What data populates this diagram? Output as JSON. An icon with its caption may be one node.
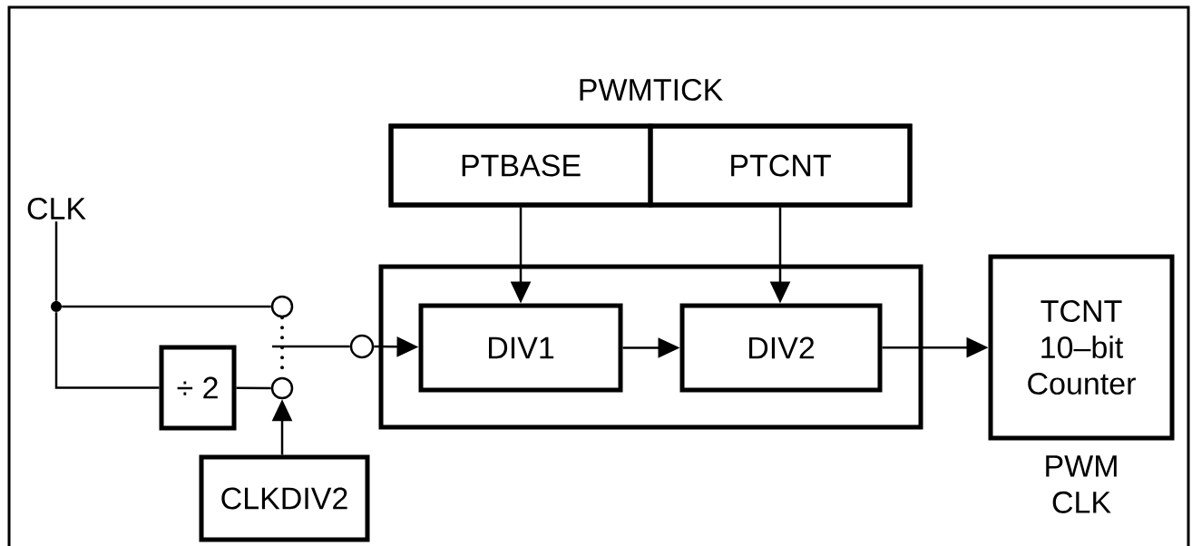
{
  "diagram": {
    "nodes": [
      {
        "text": [
          "CLK"
        ]
      },
      {
        "text": [],
        "shape": "dot"
      },
      {
        "text": [],
        "shape": "circle"
      },
      {
        "text": [
          "÷ 2"
        ]
      },
      {
        "text": [],
        "shape": "circle"
      },
      {
        "text": [
          "CLKDIV2"
        ]
      },
      {
        "text": [],
        "shape": "circle"
      },
      {
        "text": [
          "PWMTICK"
        ]
      },
      {
        "text": [
          "PTBASE"
        ],
        "in": 7
      },
      {
        "text": [
          "PTCNT"
        ],
        "in": 7
      },
      {
        "text": [],
        "shape": "box"
      },
      {
        "text": [
          "DIV1"
        ],
        "in": 10
      },
      {
        "text": [
          "DIV2"
        ],
        "in": 10
      },
      {
        "text": [
          "TCNT 10–bit Counter"
        ],
        "beside": [
          "PWM CLK"
        ]
      }
    ],
    "edges": [
      {
        "from": 0,
        "to": 1,
        "arrow": "none"
      },
      {
        "from": 1,
        "to": 2,
        "arrow": "none"
      },
      {
        "from": 1,
        "to": 3,
        "arrow": "none"
      },
      {
        "from": 3,
        "to": 4,
        "arrow": "none"
      },
      {
        "from": 2,
        "to": 4,
        "arrow": "none",
        "style": "dashed"
      },
      {
        "from": 5,
        "to": 4,
        "arrow": "to"
      },
      {
        "from": null,
        "to": 6,
        "arrow": "none"
      },
      {
        "from": 6,
        "to": 11,
        "arrow": "to"
      },
      {
        "from": 8,
        "to": 11,
        "arrow": "to"
      },
      {
        "from": 9,
        "to": 12,
        "arrow": "to"
      },
      {
        "from": 11,
        "to": 12,
        "arrow": "to"
      },
      {
        "from": 12,
        "to": 13,
        "arrow": "to"
      }
    ]
  }
}
